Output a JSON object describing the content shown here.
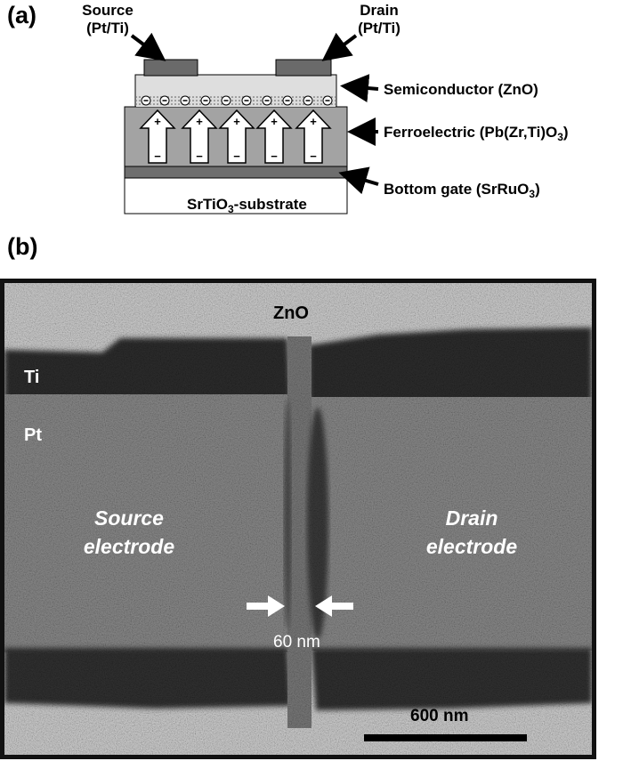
{
  "panel_a": {
    "label": "(a)",
    "source": {
      "line1": "Source",
      "line2": "(Pt/Ti)"
    },
    "drain": {
      "line1": "Drain",
      "line2": "(Pt/Ti)"
    },
    "semiconductor_label": "Semiconductor (ZnO)",
    "ferroelectric_label": {
      "before": "Ferroelectric (Pb(Zr,Ti)O",
      "sub": "3",
      "after": ")"
    },
    "bottom_gate_label": {
      "before": "Bottom gate (SrRuO",
      "sub": "3",
      "after": ")"
    },
    "substrate_label": {
      "before": "SrTiO",
      "sub": "3",
      "after": "-substrate"
    },
    "charge_plus": "+",
    "charge_minus": "−"
  },
  "panel_b": {
    "label": "(b)",
    "zno": "ZnO",
    "ti": "Ti",
    "pt": "Pt",
    "source_electrode": {
      "line1": "Source",
      "line2": "electrode"
    },
    "drain_electrode": {
      "line1": "Drain",
      "line2": "electrode"
    },
    "gap": "60 nm",
    "scale_bar": "600 nm"
  }
}
